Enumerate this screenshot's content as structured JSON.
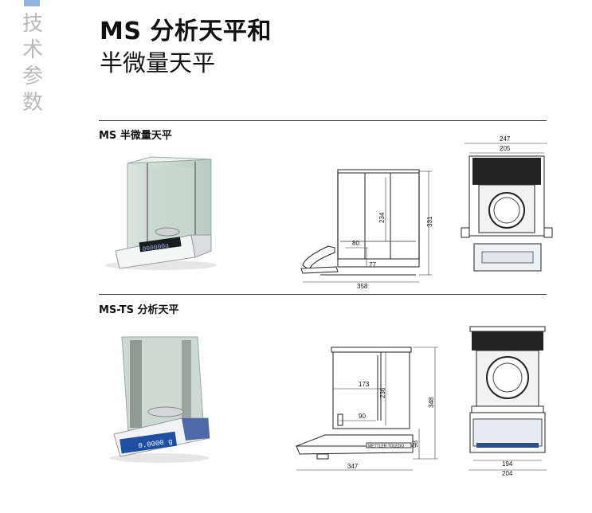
{
  "side_title": [
    "技",
    "术",
    "参",
    "数"
  ],
  "title_line1": "MS 分析天平和",
  "title_line2": "半微量天平",
  "sections": [
    {
      "title": "MS 半微量天平",
      "side_dims": {
        "depth": "358",
        "chamber_height": "234",
        "overall_height": "331",
        "pan_width": "80",
        "pan_height": "77"
      },
      "front_dims": {
        "outer_width": "247",
        "inner_width": "205"
      },
      "display_text": "000000g"
    },
    {
      "title": "MS-TS 分析天平",
      "side_dims": {
        "depth": "347",
        "chamber_width": "173",
        "chamber_height": "236",
        "overall_height": "348",
        "pan_width": "90",
        "base_height": "98",
        "brand": "METTLER TOLEDO"
      },
      "front_dims": {
        "inner_width": "194",
        "outer_width": "204"
      },
      "display_text": "0.0000 g"
    }
  ]
}
